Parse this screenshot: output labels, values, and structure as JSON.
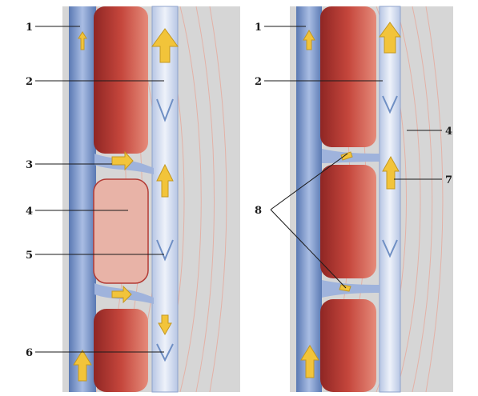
{
  "colors": {
    "background": "#ffffff",
    "panel": "#d9d9d9",
    "vein_blue": "#6f8fc4",
    "vein_light": "#b9c9e6",
    "muscle_red": "#b23a34",
    "muscle_fiber": "#e9b2a6",
    "arrow_yellow": "#f2c43a"
  },
  "left_panel": {
    "labels": [
      "1",
      "2",
      "3",
      "4",
      "5",
      "6"
    ]
  },
  "right_panel": {
    "labels": [
      "1",
      "2",
      "4",
      "8",
      "7"
    ]
  }
}
